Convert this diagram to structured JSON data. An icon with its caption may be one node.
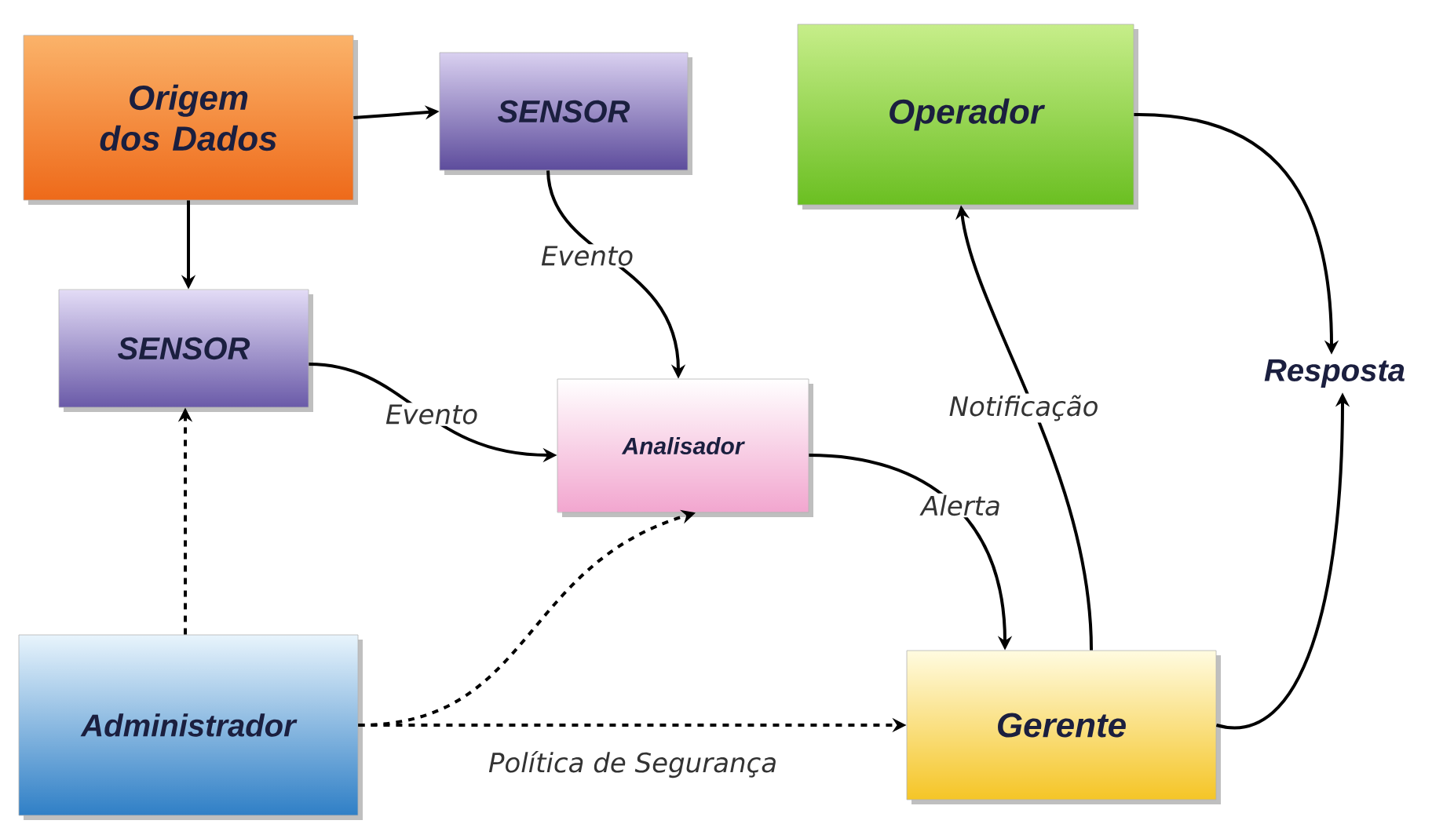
{
  "diagram": {
    "nodes": [
      {
        "text": [
          "Origem dos Dados"
        ]
      },
      {
        "text": [
          "SENSOR"
        ]
      },
      {
        "text": [
          "Operador"
        ]
      },
      {
        "text": [
          "SENSOR"
        ]
      },
      {
        "text": [
          "Resposta"
        ]
      },
      {
        "text": [
          "Analisador"
        ]
      },
      {
        "text": [
          "Administrador"
        ]
      },
      {
        "text": [
          "Gerente"
        ]
      }
    ],
    "edges": [
      {
        "from": 0,
        "to": 1,
        "arrow": "to"
      },
      {
        "from": 0,
        "to": 3,
        "arrow": "to"
      },
      {
        "from": 1,
        "to": 5,
        "label": "Evento",
        "arrow": "to"
      },
      {
        "from": 3,
        "to": 5,
        "label": "Evento",
        "arrow": "to"
      },
      {
        "from": 5,
        "to": 7,
        "label": "Alerta",
        "arrow": "to"
      },
      {
        "from": 7,
        "to": 2,
        "label": "Notificação",
        "arrow": "to"
      },
      {
        "from": 2,
        "to": 4,
        "arrow": "to"
      },
      {
        "from": 7,
        "to": 4,
        "arrow": "to"
      },
      {
        "from": 6,
        "to": 3,
        "arrow": "to",
        "style": "dashed"
      },
      {
        "from": 6,
        "to": 5,
        "arrow": "to",
        "style": "dashed"
      },
      {
        "from": 6,
        "to": 7,
        "label": "Política de Segurança",
        "arrow": "to",
        "style": "dashed"
      }
    ]
  }
}
